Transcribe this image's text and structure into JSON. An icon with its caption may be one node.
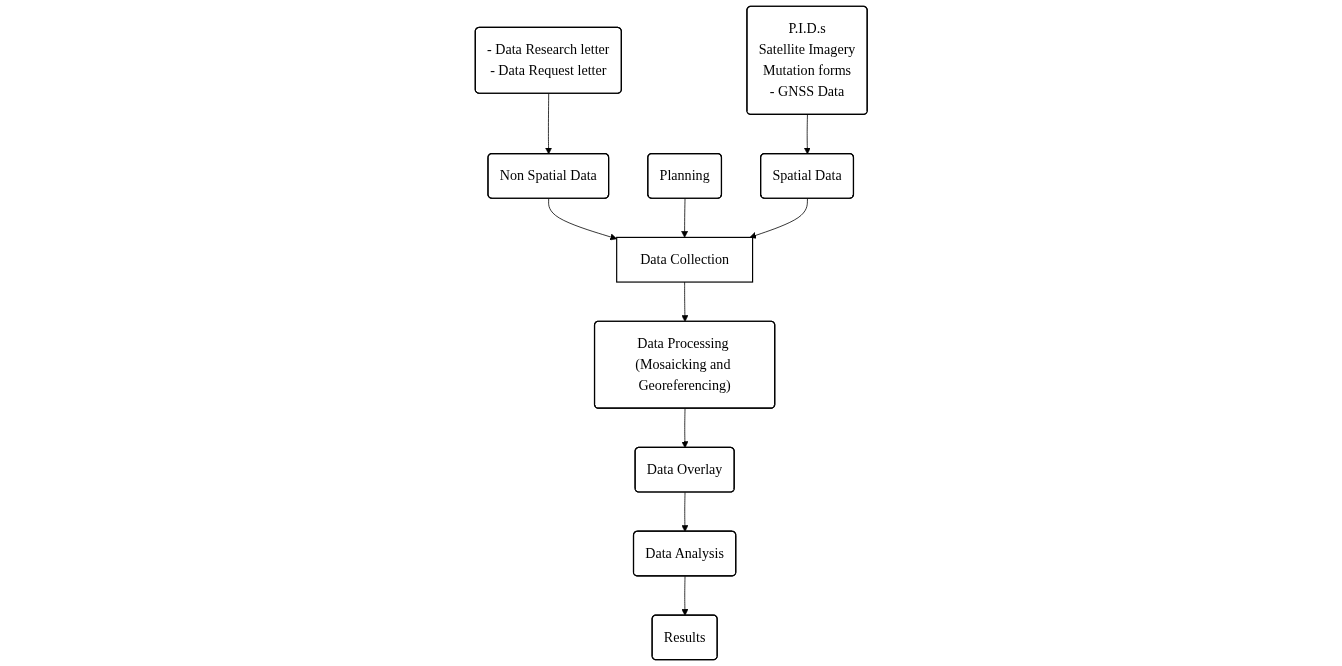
{
  "diagram": {
    "nodes": [
      {
        "text": [
          "- Data Research letter",
          "- Data Request letter"
        ]
      },
      {
        "text": [
          "Non Spatial Data"
        ]
      },
      {
        "text": [
          "Planning"
        ]
      },
      {
        "text": [
          "Data Collection"
        ]
      },
      {
        "text": [
          "Spatial Data"
        ]
      },
      {
        "text": [
          "P.I.D.s",
          "Satellite Imagery",
          "Mutation forms",
          "- GNSS Data"
        ]
      },
      {
        "text": [
          "Data Processing (Mosaicking and Georeferencing)"
        ]
      },
      {
        "text": [
          "Data Overlay"
        ]
      },
      {
        "text": [
          "Data Analysis"
        ]
      },
      {
        "text": [
          "Results"
        ]
      }
    ],
    "edges": [
      {
        "from": 0,
        "to": 1,
        "arrow": "to"
      },
      {
        "from": 1,
        "to": 3,
        "arrow": "to"
      },
      {
        "from": 2,
        "to": 3,
        "arrow": "to"
      },
      {
        "from": 5,
        "to": 4,
        "arrow": "to"
      },
      {
        "from": 4,
        "to": 3,
        "arrow": "to"
      },
      {
        "from": 3,
        "to": 6,
        "arrow": "to"
      },
      {
        "from": 6,
        "to": 7,
        "arrow": "to"
      },
      {
        "from": 7,
        "to": 8,
        "arrow": "to"
      },
      {
        "from": 8,
        "to": 9,
        "arrow": "to"
      }
    ]
  }
}
